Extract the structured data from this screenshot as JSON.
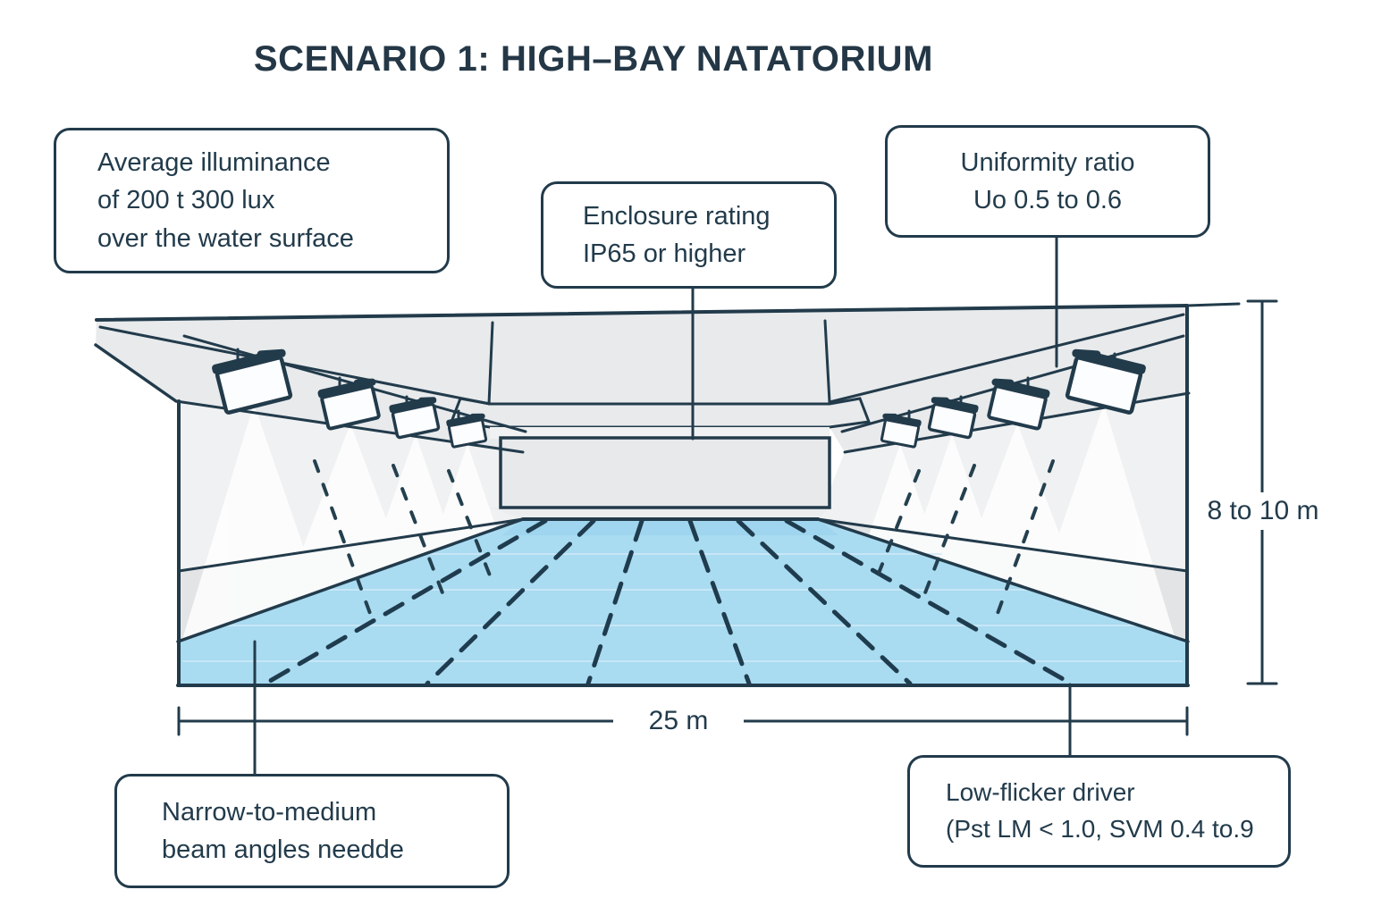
{
  "title": "SCENARIO 1: HIGH–BAY NATATORIUM",
  "callouts": {
    "average_illuminance": {
      "lines": [
        "Average illuminance",
        "of 200 t 300 lux",
        "over the water surface"
      ]
    },
    "enclosure_rating": {
      "lines": [
        "Enclosure rating",
        "IP65 or higher"
      ]
    },
    "uniformity_ratio": {
      "lines": [
        "Uniformity ratio",
        "Uo 0.5 to 0.6"
      ]
    },
    "beam_angles": {
      "lines": [
        "Narrow-to-medium",
        "beam angles needde"
      ]
    },
    "low_flicker": {
      "lines": [
        "Low-flicker driver",
        "(Pst LM < 1.0, SVM 0.4 to.9"
      ]
    }
  },
  "dimensions": {
    "pool_length": "25 m",
    "ceiling_height": "8 to 10 m"
  },
  "scene": {
    "left_fixture_count": 4,
    "right_fixture_count": 4,
    "lane_line_count": 6
  },
  "colors": {
    "ink": "#223B4B",
    "title": "#243746",
    "pool_water": "#A9DBF1",
    "pool_far_band": "#99D2EC",
    "ceiling": "#E8EAEC",
    "wall": "#F0F1F2",
    "deck": "#E2E4E6",
    "light_beam": "#FFFFFF",
    "background": "#FFFFFF"
  }
}
